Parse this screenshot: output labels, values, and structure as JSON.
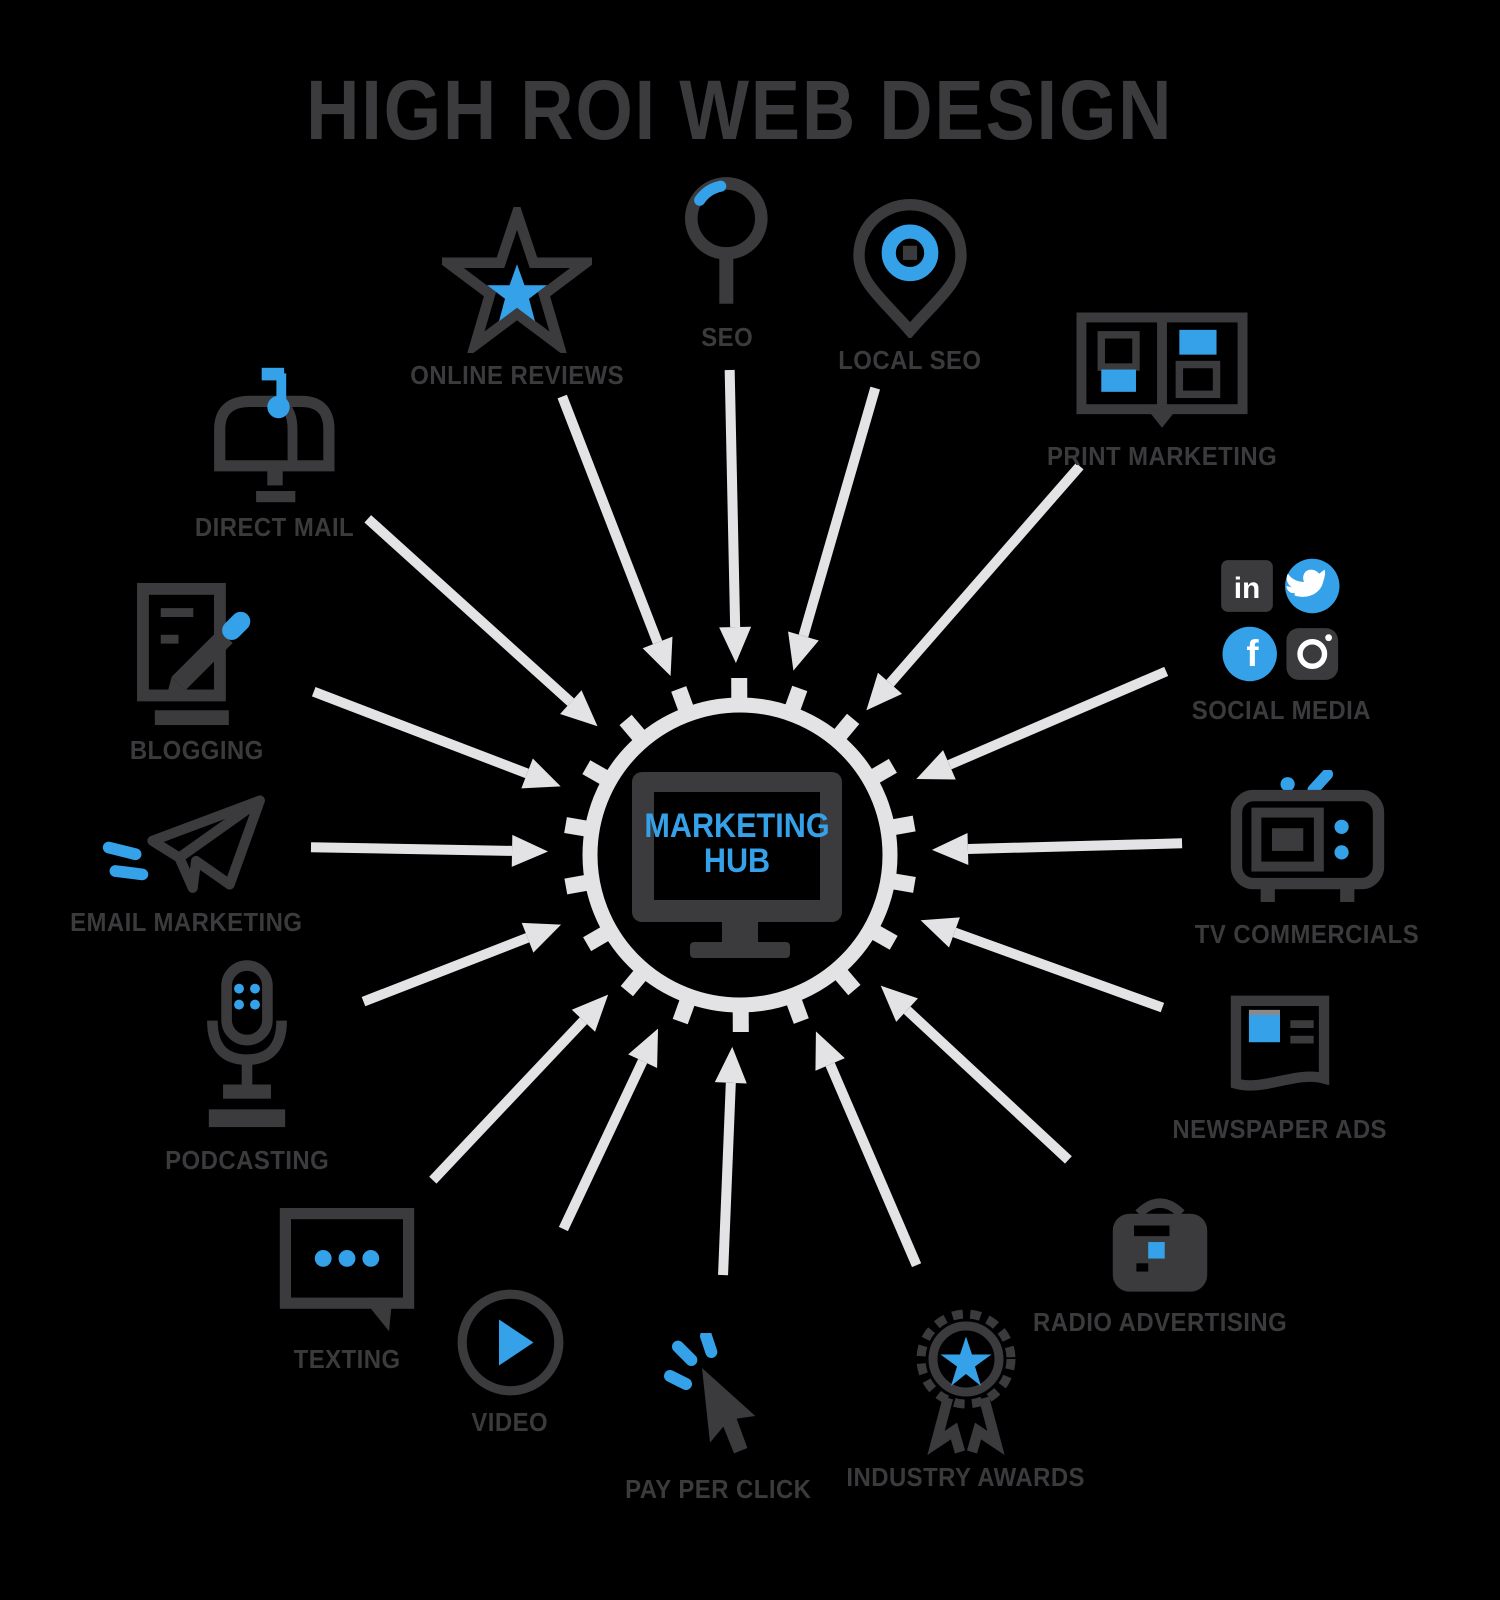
{
  "title": "HIGH ROI WEB DESIGN",
  "hub": {
    "line1": "MARKETING",
    "line2": "HUB"
  },
  "colors": {
    "accent": "#35a1e9",
    "dark": "#3b3b3d",
    "spoke": "#e3e3e5",
    "background": "#000000"
  },
  "nodes": [
    {
      "id": "online-reviews",
      "label": "ONLINE REVIEWS",
      "icon": "star-icon"
    },
    {
      "id": "seo",
      "label": "SEO",
      "icon": "magnifier-icon"
    },
    {
      "id": "local-seo",
      "label": "LOCAL SEO",
      "icon": "map-pin-icon"
    },
    {
      "id": "print-marketing",
      "label": "PRINT MARKETING",
      "icon": "magazine-icon"
    },
    {
      "id": "social-media",
      "label": "SOCIAL MEDIA",
      "icon": "social-networks-icon"
    },
    {
      "id": "tv-commercials",
      "label": "TV COMMERCIALS",
      "icon": "tv-icon"
    },
    {
      "id": "newspaper-ads",
      "label": "NEWSPAPER ADS",
      "icon": "newspaper-icon"
    },
    {
      "id": "radio-advertising",
      "label": "RADIO ADVERTISING",
      "icon": "radio-icon"
    },
    {
      "id": "industry-awards",
      "label": "INDUSTRY AWARDS",
      "icon": "award-ribbon-icon"
    },
    {
      "id": "pay-per-click",
      "label": "PAY PER CLICK",
      "icon": "cursor-click-icon"
    },
    {
      "id": "video",
      "label": "VIDEO",
      "icon": "play-icon"
    },
    {
      "id": "texting",
      "label": "TEXTING",
      "icon": "chat-bubble-icon"
    },
    {
      "id": "podcasting",
      "label": "PODCASTING",
      "icon": "microphone-icon"
    },
    {
      "id": "email-marketing",
      "label": "EMAIL MARKETING",
      "icon": "paper-plane-icon"
    },
    {
      "id": "blogging",
      "label": "BLOGGING",
      "icon": "notepad-pencil-icon"
    },
    {
      "id": "direct-mail",
      "label": "DIRECT MAIL",
      "icon": "mailbox-icon"
    }
  ]
}
